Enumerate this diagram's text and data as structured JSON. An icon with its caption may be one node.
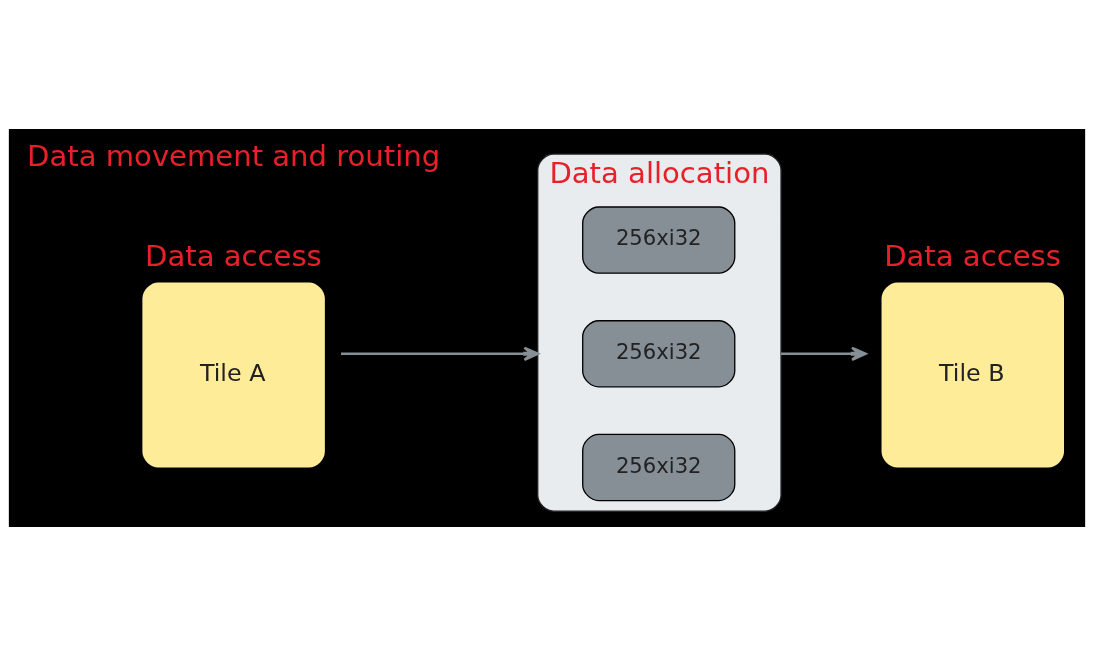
{
  "diagram": {
    "nodes": [
      {
        "text": [
          "Data access",
          "Tile A"
        ]
      },
      {
        "text": [
          "Data allocation"
        ]
      },
      {
        "text": [
          "256xi32"
        ],
        "in": 1
      },
      {
        "text": [
          "256xi32"
        ],
        "in": 1
      },
      {
        "text": [
          "256xi32"
        ],
        "in": 1
      },
      {
        "text": [
          "Data access",
          "Tile B"
        ]
      }
    ],
    "edges": [
      {
        "from": 0,
        "to": 1,
        "arrow": "to"
      },
      {
        "from": 1,
        "to": 5,
        "arrow": "to"
      }
    ],
    "labels": [
      "Data movement and routing"
    ]
  }
}
